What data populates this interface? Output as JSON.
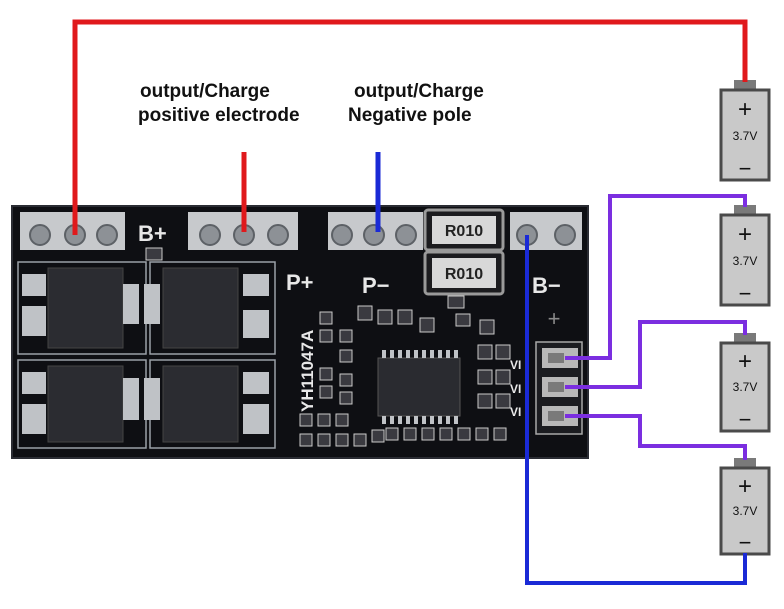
{
  "labels": {
    "positive_line1": "output/Charge",
    "positive_line2": "positive electrode",
    "negative_line1": "output/Charge",
    "negative_line2": "Negative pole"
  },
  "board": {
    "terminal_bplus": "B+",
    "terminal_pplus": "P+",
    "terminal_pminus": "P−",
    "terminal_bminus": "B−",
    "resistor_marking": "R010",
    "model": "YH11047A",
    "pins": [
      "VI",
      "VI",
      "VI"
    ]
  },
  "batteries": [
    {
      "plus": "+",
      "voltage": "3.7V",
      "minus": "−"
    },
    {
      "plus": "+",
      "voltage": "3.7V",
      "minus": "−"
    },
    {
      "plus": "+",
      "voltage": "3.7V",
      "minus": "−"
    },
    {
      "plus": "+",
      "voltage": "3.7V",
      "minus": "−"
    }
  ],
  "colors": {
    "positive_wire": "#e0191c",
    "negative_wire": "#1a2ad6",
    "balance_wire": "#7b2ee0",
    "board": "#0e0f13",
    "battery_body": "#c9c9c9"
  }
}
